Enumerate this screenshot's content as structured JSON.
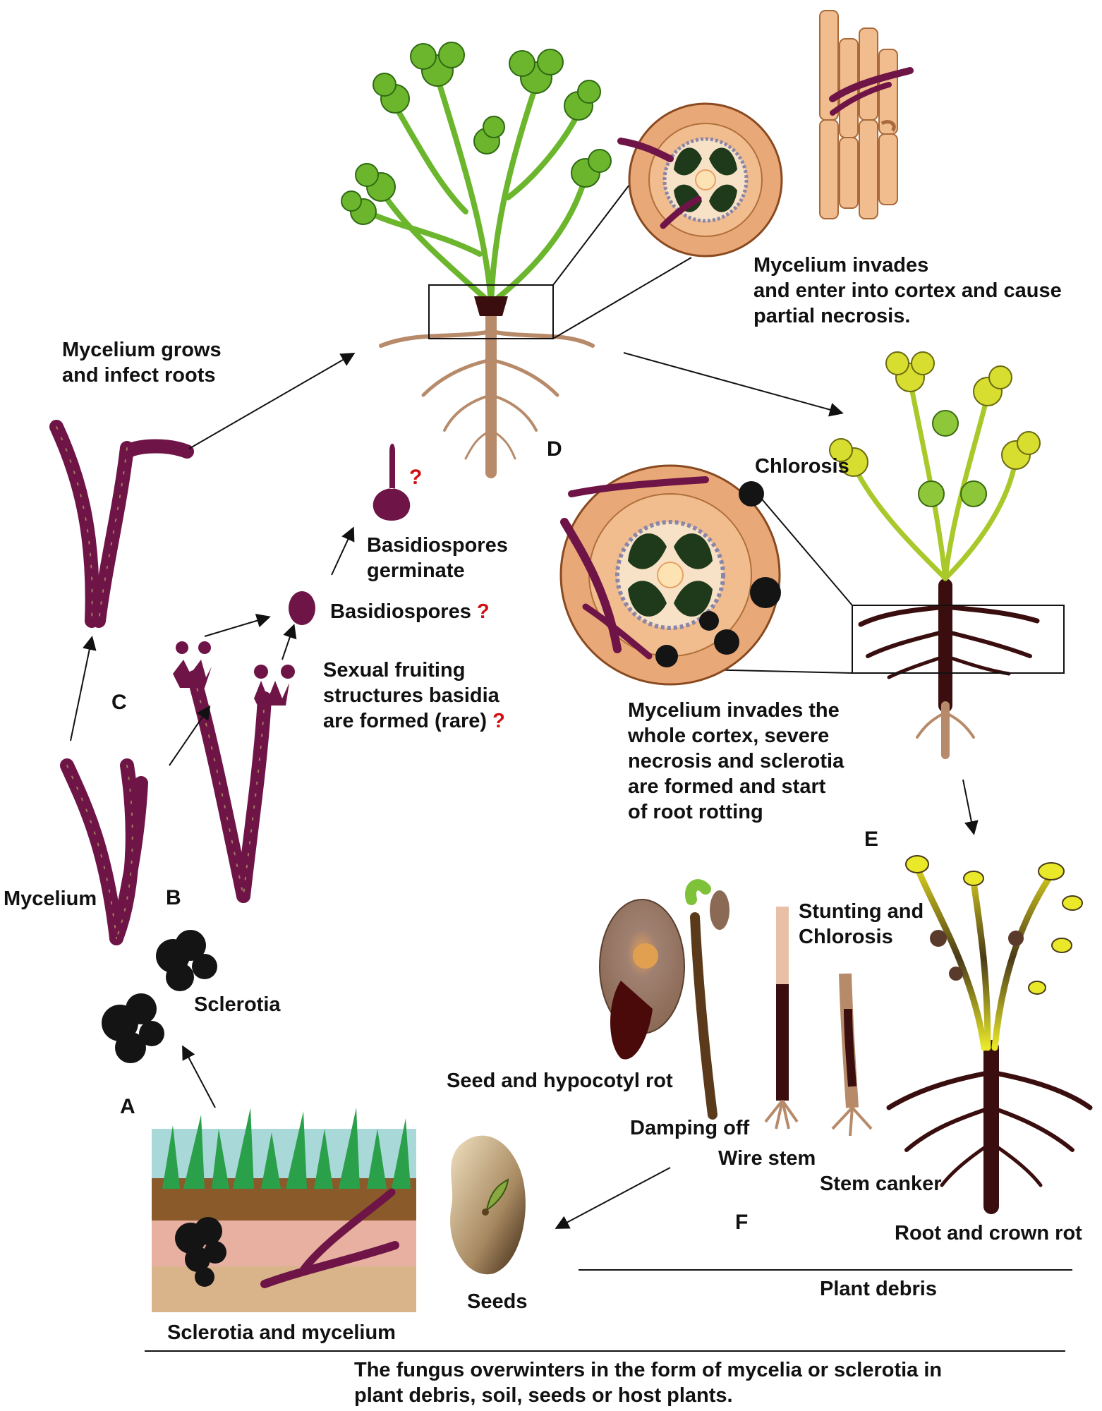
{
  "labels": {
    "mycelium_grows": "Mycelium grows\nand infect roots",
    "mycelium_invades_cortex": "Mycelium invades\n and enter into cortex and cause\npartial necrosis.",
    "chlorosis": "Chlorosis",
    "basidiospores_germinate": "Basidiospores\ngerminate",
    "basidiospores": "Basidiospores",
    "sexual_fruiting": "Sexual fruiting\nstructures basidia\nare formed (rare)",
    "mycelium_whole_cortex": "Mycelium invades the\nwhole cortex, severe\nnecrosis and sclerotia\nare formed and start\nof root rotting",
    "mycelium": "Mycelium",
    "sclerotia": "Sclerotia",
    "stunting": "Stunting and\nChlorosis",
    "seed_hypocotyl_rot": "Seed and hypocotyl rot",
    "damping_off": "Damping off",
    "wire_stem": "Wire stem",
    "stem_canker": "Stem canker",
    "root_crown_rot": "Root and crown rot",
    "seeds": "Seeds",
    "plant_debris": "Plant debris",
    "sclerotia_mycelium": "Sclerotia and mycelium",
    "overwinter_note": "The fungus overwinters in the form of mycelia or sclerotia in\nplant debris, soil, seeds or host plants.",
    "question_mark": "?"
  },
  "stage_letters": {
    "a": "A",
    "b": "B",
    "c": "C",
    "d": "D",
    "e": "E",
    "f": "F"
  },
  "colors": {
    "hypha": "#6e1446",
    "hypha_edge": "#a07a5a",
    "leaf_green": "#6cb62e",
    "leaf_yellow": "#e3de2a",
    "root_tan": "#b78a6a",
    "rot_dark": "#3a0e0e",
    "sclerotia": "#141414",
    "cortex": "#e8a878",
    "question": "#d01010"
  }
}
